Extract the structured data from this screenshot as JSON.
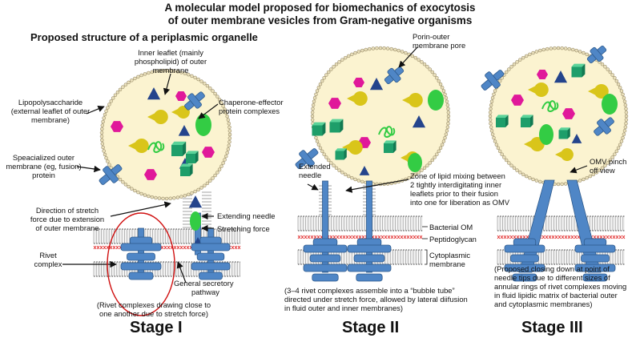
{
  "title": {
    "line1": "A molecular model proposed for biomechanics of exocytosis",
    "line2": "of outer membrane vesicles from Gram-negative organisms"
  },
  "subtitle": "Proposed structure of a periplasmic organelle",
  "stage1": {
    "inner_leaflet": [
      "Inner leaflet (mainly",
      "phospholipid) of outer",
      "membrane"
    ],
    "lps": [
      "Lipopolysaccharide",
      "(external leaflet of outer",
      "membrane)"
    ],
    "chaperone": [
      "Chaperone-effector",
      "protein complexes"
    ],
    "specialized": [
      "Speacialized outer",
      "membrane (eg, fusion)",
      "protein"
    ],
    "direction": [
      "Direction of stretch",
      "force due to extension",
      "of outer membrane"
    ],
    "extending_needle": "Extending needle",
    "stretching_force": "Stretching force",
    "rivet": [
      "Rivet",
      "complex"
    ],
    "secretory": [
      "General secretory",
      "pathway"
    ],
    "caption": [
      "(Rivet complexes drawing close to",
      "one another due to stretch force)"
    ],
    "stage_label": "Stage I"
  },
  "stage2": {
    "porin": [
      "Porin-outer",
      "membrane pore"
    ],
    "extended_needle": [
      "Extended",
      "needle"
    ],
    "zone": [
      "Zone of lipid mixing between",
      "2 tightly interdigitating inner",
      "leaflets prior to their fusion",
      "into one for liberation as OMV"
    ],
    "bacterial_om": "Bacterial OM",
    "peptidoglycan": "Peptidoglycan",
    "cytoplasmic": [
      "Cytoplasmic",
      "membrane"
    ],
    "caption": [
      "(3–4 rivet complexes assemble into a “bubble tube”",
      "directed under stretch force, allowed by lateral diifusion",
      "in fluid outer and inner membranes)"
    ],
    "stage_label": "Stage II"
  },
  "stage3": {
    "omv": [
      "OMV pinch",
      "off view"
    ],
    "caption": [
      "(Proposed closing down at point of",
      "needle tips due to different sizes of",
      "annular rings of rivet complexes moving",
      "in fluid lipidic matrix of bacterial outer",
      "and cytoplasmic membranes)"
    ],
    "stage_label": "Stage III"
  },
  "colors": {
    "vesicle_fill": "#fbf3d0",
    "membrane_bead": "#e9dfbb",
    "protein_blue": "#4f86c6",
    "protein_dark": "#2e5a8c",
    "cargo_green": "#33cc44",
    "cargo_teal": "#1e9e6a",
    "cargo_magenta": "#e0189a",
    "cargo_yellow": "#d9c51a",
    "cargo_navy": "#24448c",
    "peptidoglycan_red": "#e02020",
    "highlight_ellipse": "#d01010"
  }
}
